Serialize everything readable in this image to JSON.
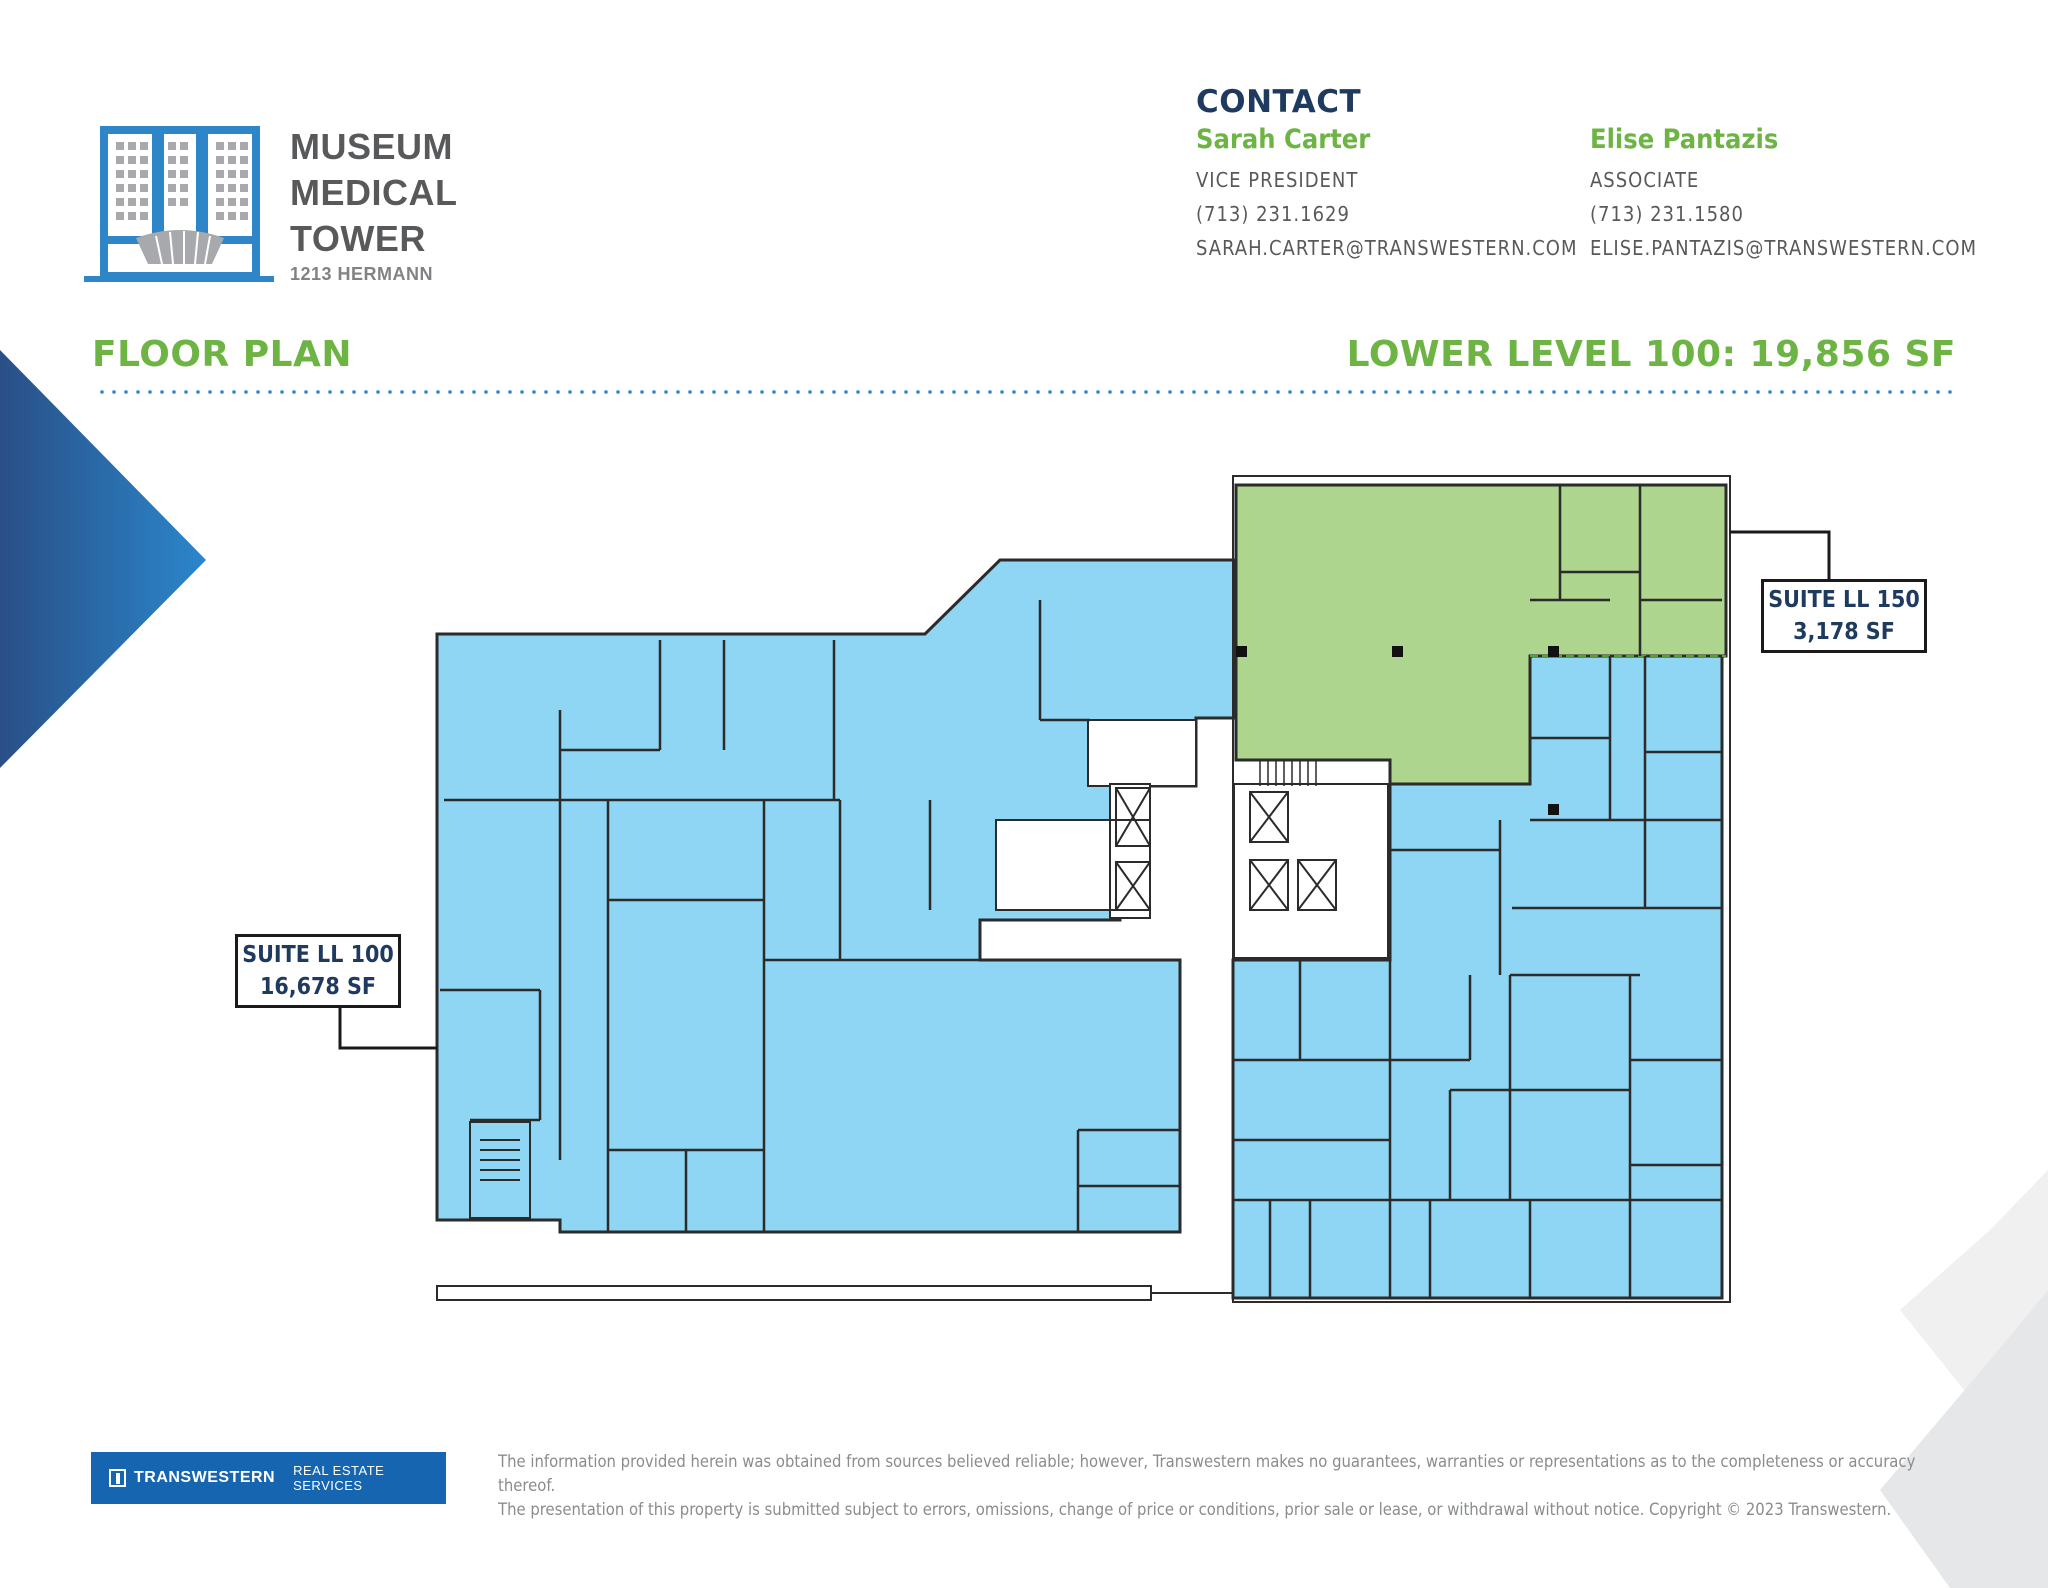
{
  "logo": {
    "name_line1": "MUSEUM",
    "name_line2": "MEDICAL",
    "name_line3": "TOWER",
    "address": "1213 HERMANN",
    "icon": "building-logo-icon"
  },
  "contact": {
    "heading": "CONTACT",
    "people": [
      {
        "name": "Sarah Carter",
        "title": "VICE PRESIDENT",
        "phone": "(713) 231.1629",
        "email": "SARAH.CARTER@TRANSWESTERN.COM"
      },
      {
        "name": "Elise Pantazis",
        "title": "ASSOCIATE",
        "phone": "(713) 231.1580",
        "email": "ELISE.PANTAZIS@TRANSWESTERN.COM"
      }
    ]
  },
  "sections": {
    "floor_plan": "FLOOR PLAN",
    "level": "LOWER LEVEL 100: 19,856 SF"
  },
  "suites": {
    "ll150": {
      "name": "SUITE LL 150",
      "area": "3,178 SF"
    },
    "ll100": {
      "name": "SUITE LL 100",
      "area": "16,678 SF"
    }
  },
  "footer": {
    "brand": "TRANSWESTERN",
    "tagline": "REAL ESTATE SERVICES",
    "disclaimer_line1": "The information provided herein was obtained from sources believed reliable; however, Transwestern makes no guarantees, warranties or representations as to the completeness or accuracy thereof.",
    "disclaimer_line2": "The presentation of this property is submitted subject to errors, omissions, change of price or conditions, prior sale or lease, or withdrawal without notice. Copyright © 2023 Transwestern."
  },
  "colors": {
    "suite_available": "#8ed6f3",
    "suite_ll150": "#aed58d",
    "accent_green": "#6db445",
    "accent_blue": "#2e85c8",
    "navy": "#1e3a5f"
  }
}
